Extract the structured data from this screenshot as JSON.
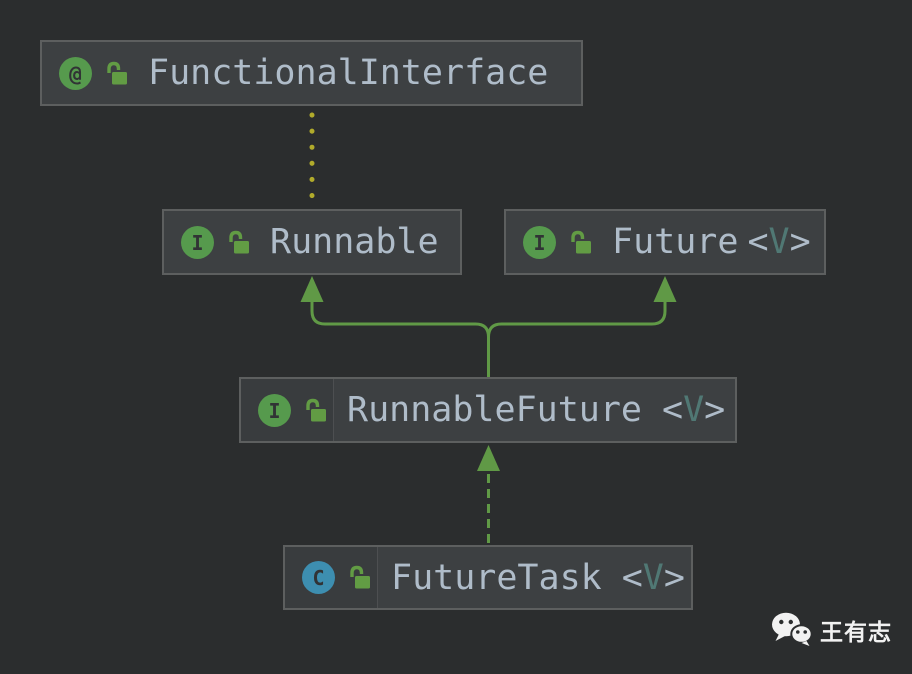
{
  "diagram": {
    "kind": "uml-class-hierarchy",
    "nodes": {
      "functional_interface": {
        "name": "FunctionalInterface",
        "kind": "annotation",
        "icon_letter": "@",
        "visibility": "public-unlocked"
      },
      "runnable": {
        "name": "Runnable",
        "kind": "interface",
        "icon_letter": "I",
        "visibility": "public-unlocked"
      },
      "future": {
        "name": "Future",
        "kind": "interface",
        "icon_letter": "I",
        "visibility": "public-unlocked",
        "generic": {
          "open": "<",
          "param": "V",
          "close": ">"
        }
      },
      "runnable_future": {
        "name": "RunnableFuture",
        "kind": "interface",
        "icon_letter": "I",
        "visibility": "public-unlocked",
        "generic": {
          "open": "<",
          "param": "V",
          "close": ">"
        }
      },
      "future_task": {
        "name": "FutureTask",
        "kind": "class",
        "icon_letter": "C",
        "visibility": "public-unlocked",
        "generic": {
          "open": "<",
          "param": "V",
          "close": ">"
        }
      }
    },
    "edges": [
      {
        "from": "Runnable",
        "to": "FunctionalInterface",
        "style": "dotted-yellow",
        "meaning": "annotated-by"
      },
      {
        "from": "RunnableFuture",
        "to": "Runnable",
        "style": "solid-green-arrow",
        "meaning": "extends"
      },
      {
        "from": "RunnableFuture",
        "to": "Future",
        "style": "solid-green-arrow",
        "meaning": "extends"
      },
      {
        "from": "FutureTask",
        "to": "RunnableFuture",
        "style": "dashed-green-arrow",
        "meaning": "implements"
      }
    ]
  },
  "colors": {
    "background": "#2b2d2e",
    "node_fill": "#3d4042",
    "node_border": "#5d5f5f",
    "node_text": "#afbcc9",
    "type_param": "#507874",
    "arrow_green": "#609946",
    "dotted_yellow": "#b1ab2b",
    "icon_green": "#569a4d",
    "icon_blue": "#3d8eb0",
    "padlock_green": "#629c44",
    "icon_letter_dark": "#313335",
    "watermark_white": "#f2f2f2"
  },
  "watermark": {
    "text": "王有志",
    "logo": "wechat"
  }
}
